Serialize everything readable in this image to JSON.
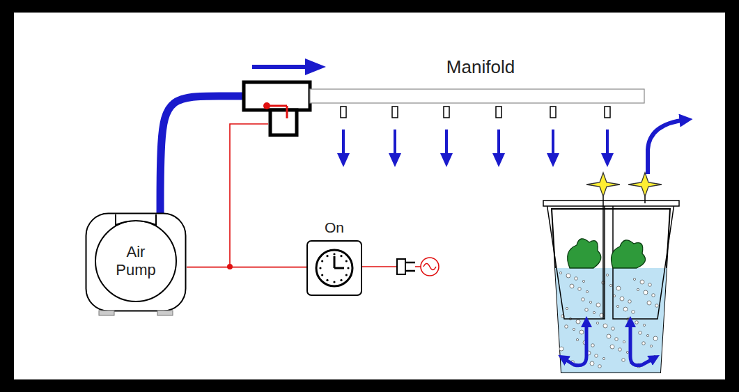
{
  "diagram": {
    "nodes": [
      {
        "text": [
          "Air Pump"
        ]
      },
      {
        "text": [
          "Manifold"
        ]
      },
      {
        "text": [
          "On"
        ]
      }
    ],
    "edges": [
      {
        "from": 0,
        "to": 1,
        "arrow": "none"
      },
      {
        "from": 0,
        "to": 2,
        "arrow": "none"
      }
    ]
  }
}
